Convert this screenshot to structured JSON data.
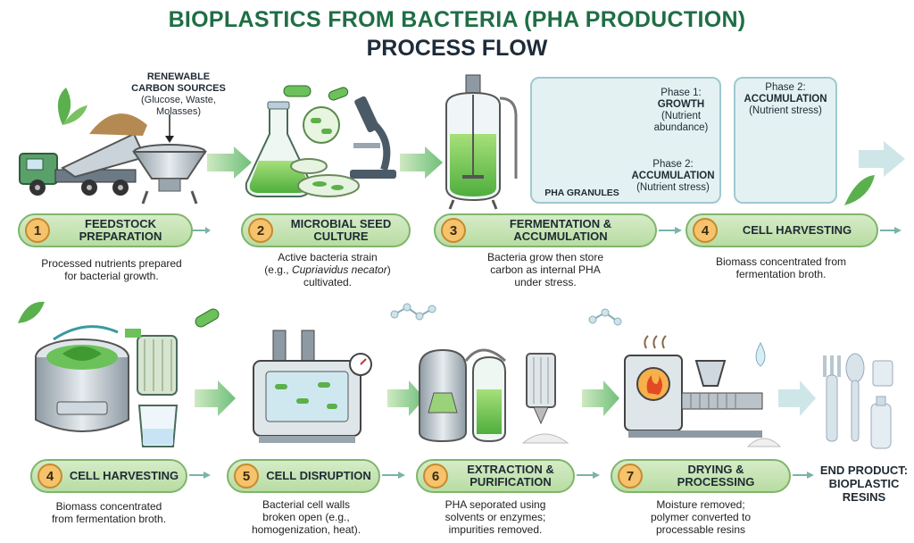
{
  "title": {
    "line1": "BIOPLASTICS FROM BACTERIA (PHA PRODUCTION)",
    "line2": "PROCESS FLOW"
  },
  "renewable": {
    "heading_line1": "RENEWABLE",
    "heading_line2": "CARBON SOURCES",
    "sub_line1": "(Glucose, Waste,",
    "sub_line2": "Molasses)"
  },
  "phase_panel": {
    "phase1_title": "Phase 1:",
    "phase1_name": "GROWTH",
    "phase1_sub_line1": "(Nutrient",
    "phase1_sub_line2": "abundance)",
    "phase2_title": "Phase 2:",
    "phase2_name": "ACCUMULATION",
    "phase2_sub": "(Nutrient stress)",
    "granules": "PHA GRANULES"
  },
  "zoom_panel": {
    "title": "Phase 2:",
    "name": "ACCUMULATION",
    "sub": "(Nutrient stress)"
  },
  "steps_row1": [
    {
      "num": "1",
      "label_line1": "FEEDSTOCK",
      "label_line2": "PREPARATION",
      "desc_line1": "Processed nutrients prepared",
      "desc_line2": "for bacterial growth.",
      "desc_line3": ""
    },
    {
      "num": "2",
      "label_line1": "MICROBIAL SEED",
      "label_line2": "CULTURE",
      "desc_line1": "Active bacteria strain",
      "desc_line2_pre": "(e.g., ",
      "desc_line2_italic": "Cupriavidus necator",
      "desc_line2_post": ")",
      "desc_line3": "cultivated."
    },
    {
      "num": "3",
      "label_line1": "FERMENTATION &",
      "label_line2": "ACCUMULATION",
      "desc_line1": "Bacteria grow then store",
      "desc_line2": "carbon as internal PHA",
      "desc_line3": "under stress."
    },
    {
      "num": "4",
      "label_line1": "CELL HARVESTING",
      "label_line2": "",
      "desc_line1": "Biomass concentrated from",
      "desc_line2": "fermentation broth.",
      "desc_line3": ""
    }
  ],
  "steps_row2": [
    {
      "num": "4",
      "label_line1": "CELL HARVESTING",
      "label_line2": "",
      "desc_line1": "Biomass concentrated",
      "desc_line2": "from fermentation broth.",
      "desc_line3": ""
    },
    {
      "num": "5",
      "label_line1": "CELL DISRUPTION",
      "label_line2": "",
      "desc_line1": "Bacterial cell walls",
      "desc_line2": "broken open (e.g.,",
      "desc_line3": "homogenization, heat)."
    },
    {
      "num": "6",
      "label_line1": "EXTRACTION &",
      "label_line2": "PURIFICATION",
      "desc_line1": "PHA seporated using",
      "desc_line2": "solvents or enzymes;",
      "desc_line3": "impurities removed."
    },
    {
      "num": "7",
      "label_line1": "DRYING & PROCESSING",
      "label_line2": "",
      "desc_line1": "Moisture removed;",
      "desc_line2": "polymer converted to",
      "desc_line3": "processable resins"
    }
  ],
  "end_product": {
    "line1": "END PRODUCT:",
    "line2": "BIOPLASTIC",
    "line3": "RESINS"
  },
  "colors": {
    "title_green": "#1f6e45",
    "pill_green": "#c6e4b3",
    "badge_orange": "#f6c26b",
    "panel_blue": "#e3f1f3"
  }
}
